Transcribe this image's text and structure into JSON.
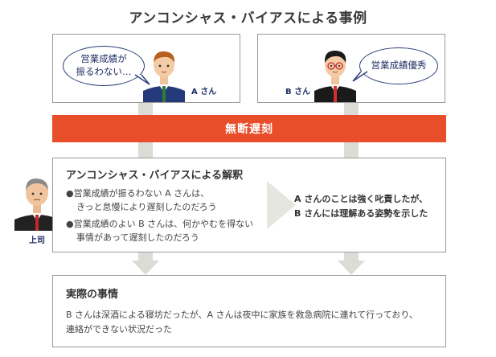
{
  "title": "アンコンシャス・バイアスによる事例",
  "person_a": {
    "bubble": [
      "営業成績が",
      "振るわない…"
    ],
    "label": "A さん"
  },
  "person_b": {
    "bubble": [
      "営業成績優秀"
    ],
    "label": "B さん"
  },
  "banner": "無断遅刻",
  "boss": {
    "label": "上司"
  },
  "interpretation": {
    "title": "アンコンシャス・バイアスによる解釈",
    "bullet_a": [
      "●営業成績が振るわない A さんは、",
      "きっと怠慢により遅刻したのだろう"
    ],
    "bullet_b": [
      "●営業成績のよい B さんは、何かやむを得ない",
      "事情があって遅刻したのだろう"
    ],
    "result": [
      "A さんのことは強く叱責したが、",
      "B さんには理解ある姿勢を示した"
    ]
  },
  "fact": {
    "title": "実際の事情",
    "text": [
      "B さんは深酒による寝坊だったが、A さんは夜中に家族を救急病院に連れて行っており、",
      "連絡ができない状況だった"
    ]
  },
  "colors": {
    "accent": "#e94e2a",
    "navy": "#1f2f66",
    "connector": "#dcdcd6",
    "border": "#9a9a9a"
  }
}
